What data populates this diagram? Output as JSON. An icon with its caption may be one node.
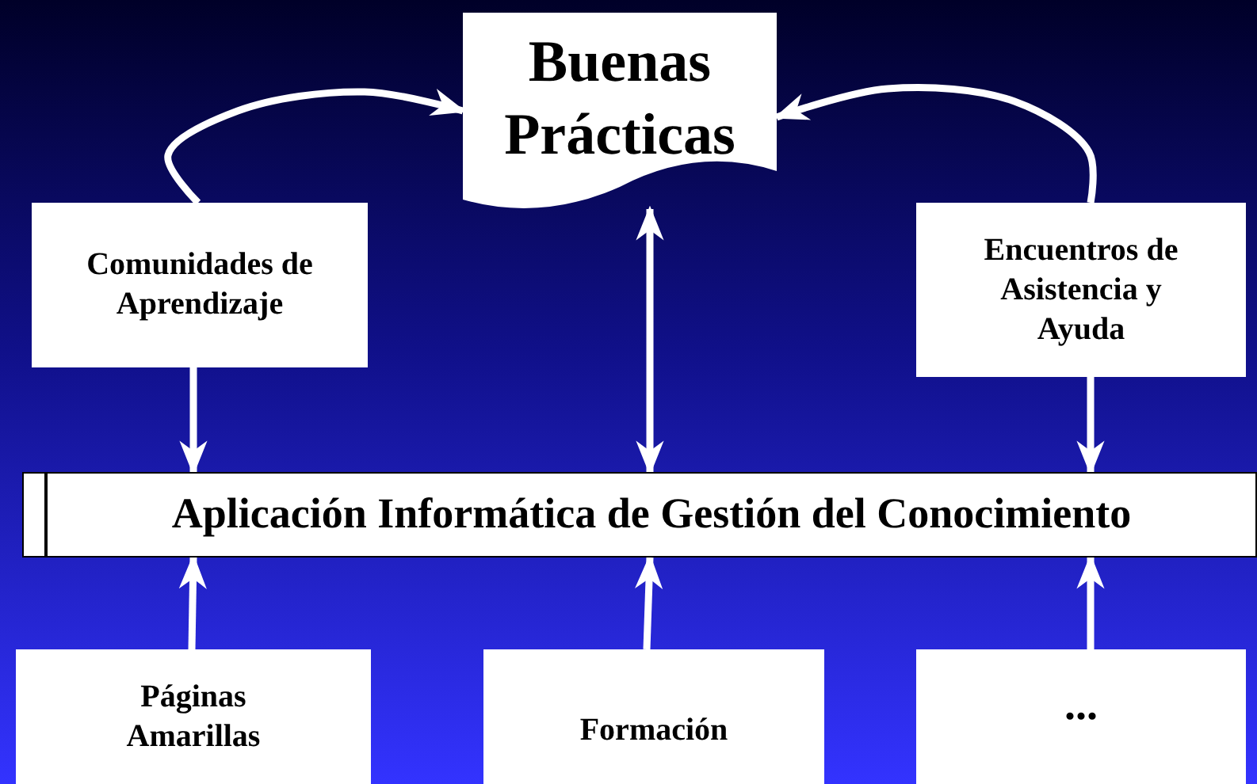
{
  "diagram": {
    "nodes": [
      {
        "text": [
          "Buenas Prácticas"
        ]
      },
      {
        "text": [
          "Comunidades de Aprendizaje"
        ]
      },
      {
        "text": [
          "Encuentros de Asistencia y Ayuda"
        ]
      },
      {
        "text": [
          "Aplicación Informática de Gestión del Conocimiento"
        ]
      },
      {
        "text": [
          "Páginas Amarillas"
        ]
      },
      {
        "text": [
          "Formación"
        ]
      },
      {
        "text": [
          "..."
        ]
      }
    ],
    "edges": [
      {
        "from": 1,
        "to": 0,
        "arrow": "to"
      },
      {
        "from": 2,
        "to": 0,
        "arrow": "to"
      },
      {
        "from": 0,
        "to": 3,
        "arrow": "both"
      },
      {
        "from": 1,
        "to": 3,
        "arrow": "to"
      },
      {
        "from": 2,
        "to": 3,
        "arrow": "to"
      },
      {
        "from": 4,
        "to": 3,
        "arrow": "to"
      },
      {
        "from": 5,
        "to": 3,
        "arrow": "to"
      },
      {
        "from": 6,
        "to": 3,
        "arrow": "to"
      }
    ]
  }
}
